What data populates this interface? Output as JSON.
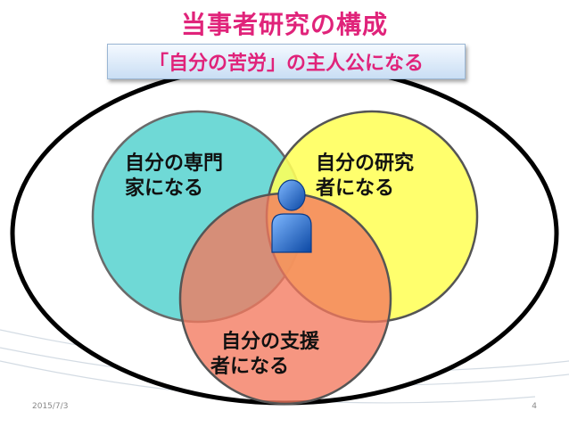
{
  "title": "当事者研究の構成",
  "subtitle": "「自分の苦労」の主人公になる",
  "circles": {
    "left": {
      "line1": "自分の専門",
      "line2": "家になる"
    },
    "right": {
      "line1": "自分の研究",
      "line2": "者になる"
    },
    "bottom": {
      "line1": "自分の支援",
      "line2": "者になる"
    }
  },
  "icons": {
    "center": "person-icon"
  },
  "colors": {
    "title": "#e0237a",
    "left_circle": "#6fd9d6",
    "right_circle": "#ffff59",
    "bottom_circle": "#f4795e",
    "person": "#1f6fd1"
  },
  "footer": {
    "date": "2015/7/3",
    "page": "4"
  }
}
